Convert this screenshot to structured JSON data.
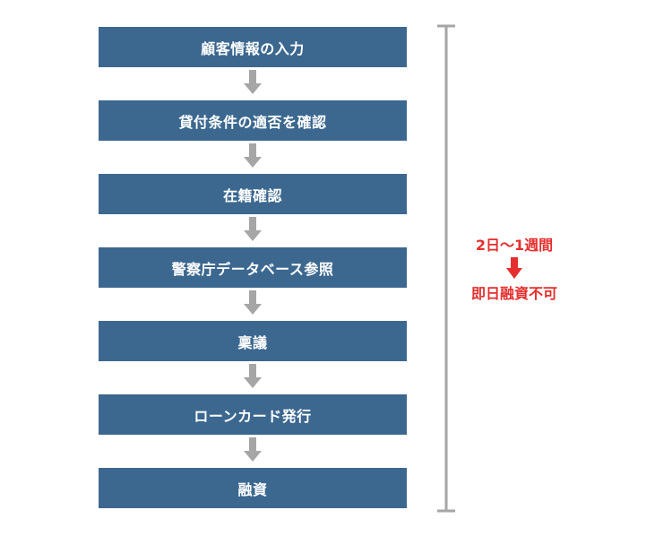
{
  "steps": [
    {
      "label": "顧客情報の入力"
    },
    {
      "label": "貸付条件の適否を確認"
    },
    {
      "label": "在籍確認"
    },
    {
      "label": "警察庁データベース参照"
    },
    {
      "label": "稟議"
    },
    {
      "label": "ローンカード発行"
    },
    {
      "label": "融資"
    }
  ],
  "note": {
    "duration": "2日〜1週間",
    "result": "即日融資不可"
  },
  "colors": {
    "step_fill": "#3c6890",
    "arrow": "#a6a6a6",
    "bracket": "#a6a6a6",
    "note": "#e52e2e"
  }
}
